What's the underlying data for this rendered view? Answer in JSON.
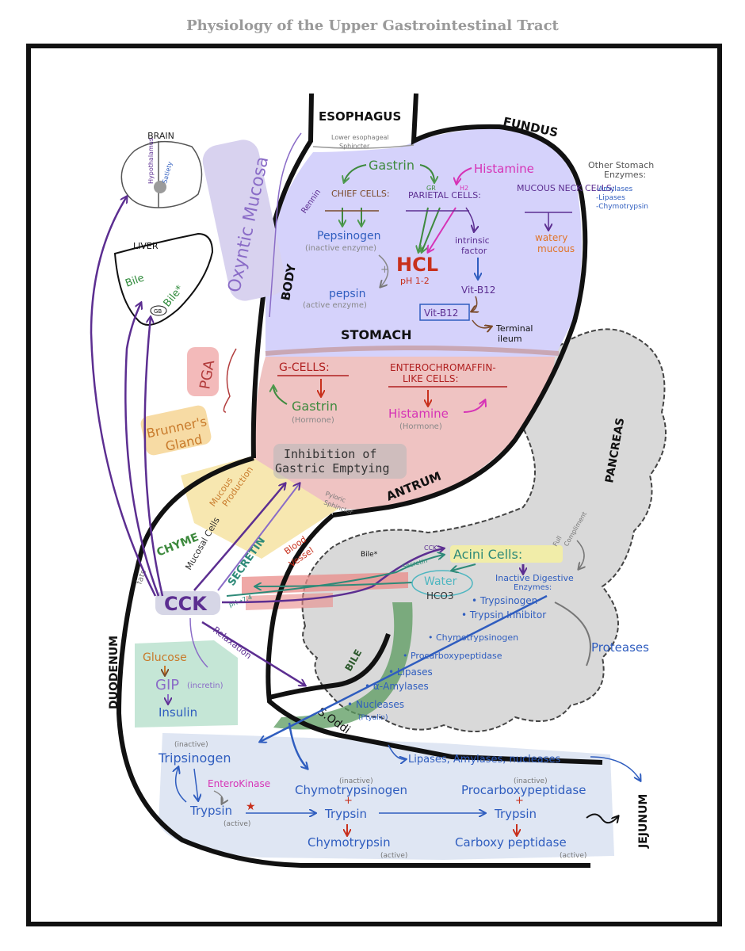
{
  "page_title": "Physiology of the Upper Gastrointestinal Tract",
  "colors": {
    "outline": "#111111",
    "stomach_body": "#d5d2fb",
    "antrum": "#efc3c2",
    "pancreas": "#d9d9d9",
    "duodenum_blue": "#dfe6f3",
    "yellow": "#f6e3a2",
    "green": "#4e9a4e",
    "purple": "#5c2e91",
    "blue": "#2f5dbf",
    "red": "#c8301c",
    "magenta": "#d633b6",
    "orange": "#c87a2b",
    "teal_box": "#bfe3d2",
    "lavender_box": "#d8d2ef"
  },
  "labels": {
    "esophagus": "ESOPHAGUS",
    "fundus": "FUNDUS",
    "body": "BODY",
    "stomach": "STOMACH",
    "antrum": "ANTRUM",
    "pancreas": "PANCREAS",
    "duodenum": "DUODENUM",
    "jejunum": "JEJUNUM",
    "s_oddi": "S.Oddi",
    "les_line1": "Lower esophageal",
    "les_line2": "Sphincter",
    "pyloric_line1": "Pyloric",
    "pyloric_line2": "Sphincter"
  },
  "brain": {
    "title": "BRAIN",
    "hypothalamus": "Hypothalamus",
    "satiety": "Satiety"
  },
  "liver": {
    "title": "LIVER",
    "bile1": "Bile",
    "bile2": "Bile*",
    "gb": "GB"
  },
  "side_labels": {
    "oxyntic_mucosa": "Oxyntic Mucosa",
    "pga": "PGA",
    "brunners_line1": "Brunner's",
    "brunners_line2": "Gland",
    "mucous_line1": "Mucous",
    "mucous_line2": "Production"
  },
  "fundus_cells": {
    "gastrin": "Gastrin",
    "histamine": "Histamine",
    "chief": "CHIEF CELLS:",
    "parietal": "PARIETAL CELLS:",
    "mucous_neck": "MUCOUS NECK CELLS:",
    "gr": "GR",
    "h2": "H2",
    "renin": "Rennin",
    "pepsinogen": "Pepsinogen",
    "inactive_enzyme": "(inactive enzyme)",
    "hcl": "HCL",
    "ph": "pH 1-2",
    "pepsin": "pepsin",
    "active_enzyme": "(active enzyme)",
    "intrinsic_line1": "intrinsic",
    "intrinsic_line2": "factor",
    "vitb12_a": "Vit-B12",
    "vitb12_b": "Vit-B12",
    "watery_line1": "watery",
    "watery_line2": "mucous",
    "terminal_line1": "Terminal",
    "terminal_line2": "ileum",
    "plus": "+"
  },
  "other_enzymes": {
    "title_line1": "Other Stomach",
    "title_line2": "Enzymes:",
    "items": [
      "-Amylases",
      "-Lipases",
      "-Chymotrypsin"
    ]
  },
  "antrum_cells": {
    "gcells": "G-CELLS:",
    "ecl_line1": "ENTEROCHROMAFFIN-",
    "ecl_line2": "LIKE CELLS:",
    "gastrin": "Gastrin",
    "hormone1": "(Hormone)",
    "histamine": "Histamine",
    "hormone2": "(Hormone)"
  },
  "inhibition": {
    "line1": "Inhibition of",
    "line2": "Gastric Emptying"
  },
  "duodenum_area": {
    "chyme": "CHYME",
    "mucosal_cells": "Mucosal Cells",
    "secretin": "SECRETIN",
    "fats": "fats",
    "ph": "pH→7.4",
    "cck": "CCK",
    "relaxation": "Relaxation",
    "blood_vessel_line1": "Blood",
    "blood_vessel_line2": "Vessel",
    "glucose": "Glucose",
    "gip": "GIP",
    "incretin": "(incretin)",
    "insulin": "Insulin"
  },
  "pancreas_area": {
    "bile_star": "Bile*",
    "cck_small": "CCK",
    "secretin_small": "Secretin",
    "acini": "Acini Cells:",
    "water": "Water",
    "hco3": "HCO3",
    "full_line1": "Full",
    "full_line2": "Compliment",
    "inactive_title_line1": "Inactive Digestive",
    "inactive_title_line2": "Enzymes:",
    "enzymes": [
      "• Trypsinogen",
      "• Trypsin Inhibitor",
      "• Chymotrypsinogen",
      "• Procarboxypeptidase",
      "• Lipases",
      "• α-Amylases",
      "• Nucleases",
      "(Ptyalin)"
    ],
    "proteases": "Proteases",
    "bile_duct": "BILE",
    "lipases_line": "Lipases, Amylases, nucleases"
  },
  "activation": {
    "inactive1": "(inactive)",
    "tripsinogen": "Tripsinogen",
    "enterokinase": "EnteroKinase",
    "trypsin_active": "Trypsin",
    "active1": "(active)",
    "inactive2": "(inactive)",
    "chymotrypsinogen": "Chymotrypsinogen",
    "plus1": "+",
    "trypsin_mid": "Trypsin",
    "chymotrypsin": "Chymotrypsin",
    "active2": "(active)",
    "inactive3": "(inactive)",
    "procarboxy": "Procarboxypeptidase",
    "plus2": "+",
    "trypsin_right": "Trypsin",
    "carboxy": "Carboxy peptidase",
    "active3": "(active)"
  }
}
